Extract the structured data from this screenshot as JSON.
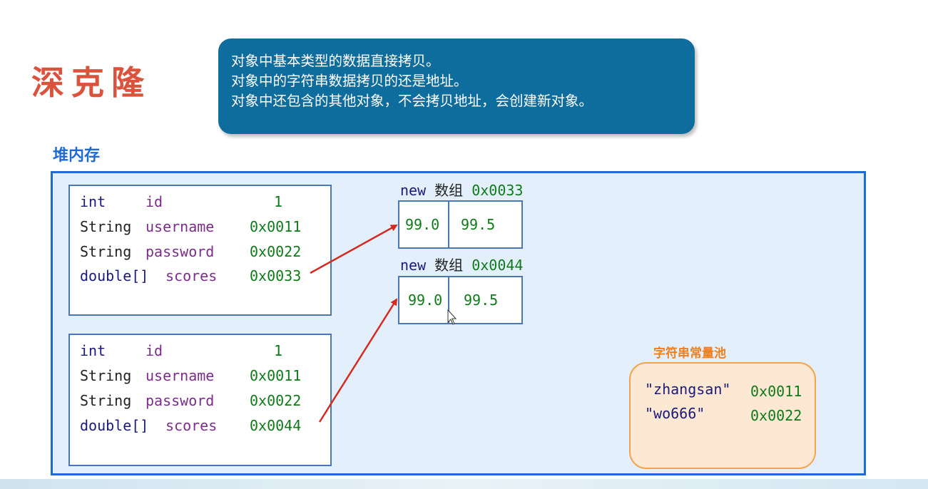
{
  "title": "深克隆",
  "notes": [
    "对象中基本类型的数据直接拷贝。",
    "对象中的字符串数据拷贝的还是地址。",
    "对象中还包含的其他对象，不会拷贝地址，会创建新对象。"
  ],
  "heap_label": "堆内存",
  "objects": [
    {
      "rows": [
        {
          "type": "int",
          "name": "id",
          "value": "1"
        },
        {
          "type": "String",
          "name": "username",
          "value": "0x0011"
        },
        {
          "type": "String",
          "name": "password",
          "value": "0x0022"
        },
        {
          "type": "double[]",
          "name": "scores",
          "value": "0x0033"
        }
      ]
    },
    {
      "rows": [
        {
          "type": "int",
          "name": "id",
          "value": "1"
        },
        {
          "type": "String",
          "name": "username",
          "value": "0x0011"
        },
        {
          "type": "String",
          "name": "password",
          "value": "0x0022"
        },
        {
          "type": "double[]",
          "name": "scores",
          "value": "0x0044"
        }
      ]
    }
  ],
  "arrays": [
    {
      "keyword": "new",
      "label": "数组",
      "address": "0x0033",
      "values": [
        "99.0",
        "99.5"
      ]
    },
    {
      "keyword": "new",
      "label": "数组",
      "address": "0x0044",
      "values": [
        "99.0",
        "99.5"
      ]
    }
  ],
  "pool_label": "字符串常量池",
  "pool": [
    {
      "str": "\"zhangsan\"",
      "address": "0x0011"
    },
    {
      "str": "\"wo666\"",
      "address": "0x0022"
    }
  ],
  "colors": {
    "title": "#d9533d",
    "note_bg": "#0f6d9e",
    "heap_border": "#1e6bd6",
    "arrow": "#d42a1f",
    "pool_border": "#f4a34e"
  }
}
